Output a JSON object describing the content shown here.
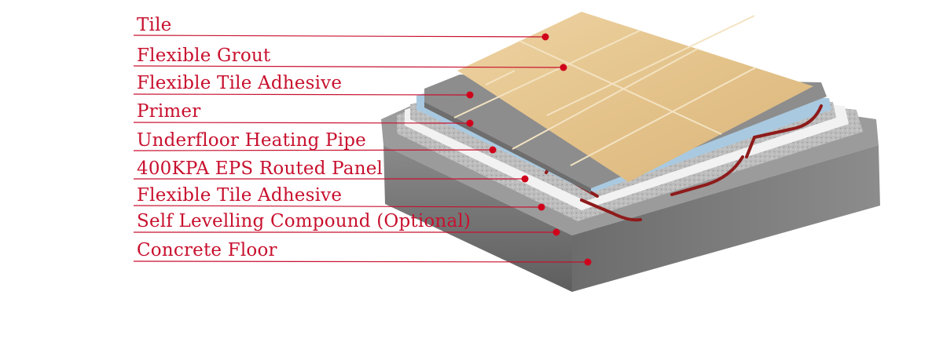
{
  "colors": {
    "label_text": "#c8102e",
    "leader_line": "#c8102e",
    "marker_dot": "#d0021b",
    "pipe": "#8e1b1b",
    "tile": "#e7c68e",
    "concrete": "#7a7a7a",
    "insulation": "#a9c9e0"
  },
  "labels": [
    {
      "id": "tile",
      "text": "Tile"
    },
    {
      "id": "flexible-grout",
      "text": "Flexible Grout"
    },
    {
      "id": "flexible-tile-adhesive-top",
      "text": "Flexible Tile Adhesive"
    },
    {
      "id": "primer",
      "text": "Primer"
    },
    {
      "id": "underfloor-heating-pipe",
      "text": "Underfloor Heating Pipe"
    },
    {
      "id": "eps-routed-panel",
      "text": "400KPA EPS Routed Panel"
    },
    {
      "id": "flexible-tile-adhesive-bottom",
      "text": "Flexible Tile Adhesive"
    },
    {
      "id": "self-levelling-compound",
      "text": "Self Levelling Compound (Optional)"
    },
    {
      "id": "concrete-floor",
      "text": "Concrete Floor"
    }
  ]
}
